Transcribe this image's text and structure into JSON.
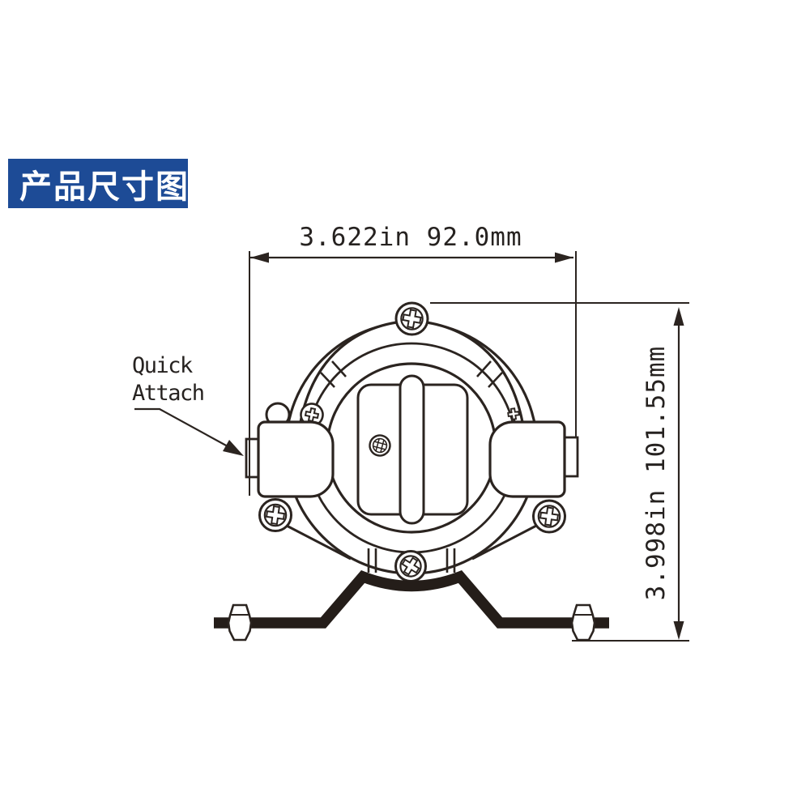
{
  "title_badge": {
    "text": "产品尺寸图",
    "bg_color": "#1d4b96",
    "text_color": "#ffffff"
  },
  "dimensions": {
    "width": {
      "label": "3.622in 92.0mm"
    },
    "height": {
      "label": "3.998in 101.55mm"
    }
  },
  "callouts": {
    "quick_attach": {
      "line1": "Quick",
      "line2": "Attach"
    }
  },
  "drawing": {
    "subject": "diaphragm pump front view with mounting bracket",
    "ink_color": "#2b2420",
    "bracket_color": "#241d19"
  }
}
